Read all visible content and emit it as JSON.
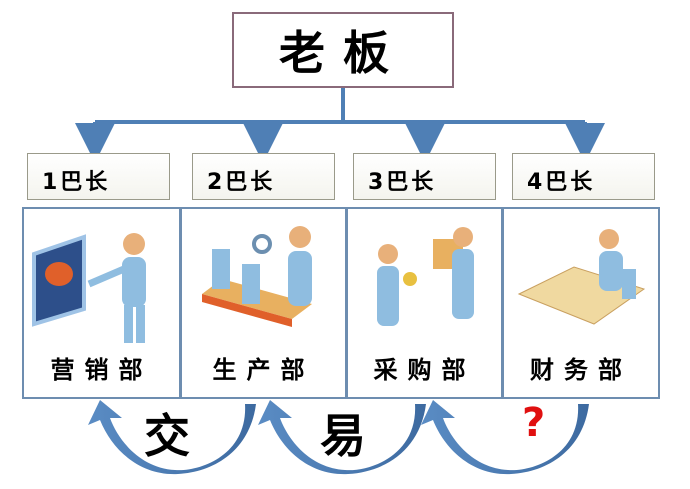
{
  "boss": {
    "label": "老板"
  },
  "departments": [
    {
      "tag": "1巴长",
      "name": "营销部",
      "icon": "presentation-icon"
    },
    {
      "tag": "2巴长",
      "name": "生产部",
      "icon": "conveyor-icon"
    },
    {
      "tag": "3巴长",
      "name": "采购部",
      "icon": "purchase-icon"
    },
    {
      "tag": "4巴长",
      "name": "财务部",
      "icon": "finance-desk-icon"
    }
  ],
  "trade": {
    "char1": "交",
    "char2": "易",
    "unknown": "?"
  },
  "colors": {
    "arrow": "#4f7fb5",
    "line": "#4f7fb5",
    "question": "#e01010"
  }
}
